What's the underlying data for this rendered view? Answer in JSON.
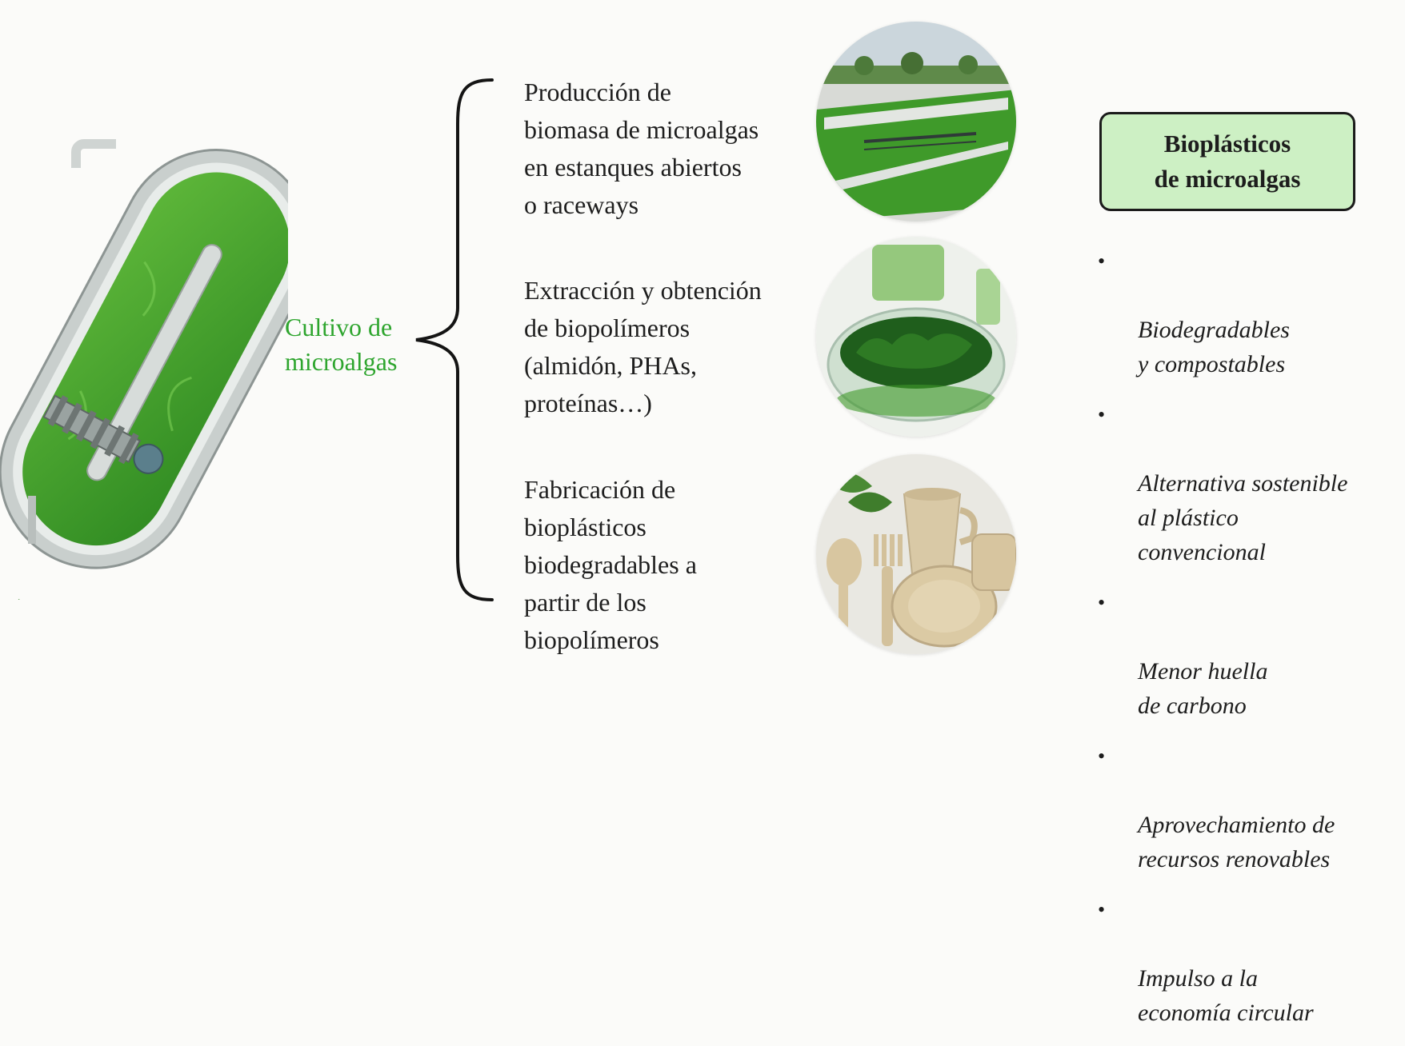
{
  "root": {
    "label": "Cultivo de\nmicroalgas"
  },
  "steps": [
    {
      "text": "Producción de\nbiomasa de microalgas\nen estanques abiertos\no raceways",
      "image_icon": "raceway-ponds-photo"
    },
    {
      "text": "Extracción y obtención\nde biopolímeros\n(almidón, PHAs,\nproteínas…)",
      "image_icon": "algae-biomass-bowl-photo"
    },
    {
      "text": "Fabricación de\nbioplásticos\nbiodegradables a\npartir de los\nbiopolímeros",
      "image_icon": "bioplastic-utensils-photo"
    }
  ],
  "summary": {
    "title_line1": "Bioplásticos",
    "title_line2": "de microalgas",
    "bullets": [
      "Biodegradables\ny compostables",
      "Alternativa sostenible\nal plástico\nconvencional",
      "Menor huella\nde carbono",
      "Aprovechamiento de\nrecursos renovables",
      "Impulso a la\neconomía circular"
    ],
    "bullet_symbol": "•"
  },
  "colors": {
    "accent_green": "#2ea52e",
    "title_box_fill": "#cdf0c4",
    "algae_green": "#3f9a2a"
  }
}
